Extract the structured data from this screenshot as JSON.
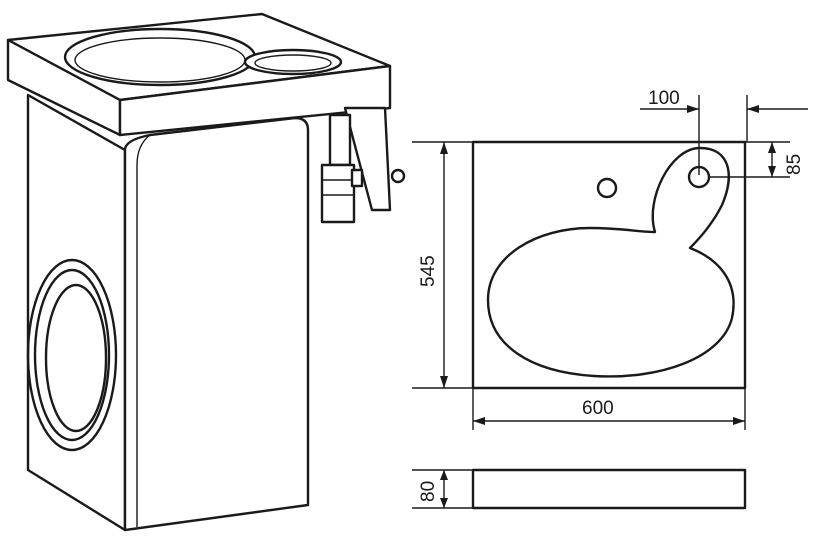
{
  "dimensions": {
    "top_offset": "100",
    "side_offset": "85",
    "depth": "545",
    "width": "600",
    "thickness": "80"
  }
}
